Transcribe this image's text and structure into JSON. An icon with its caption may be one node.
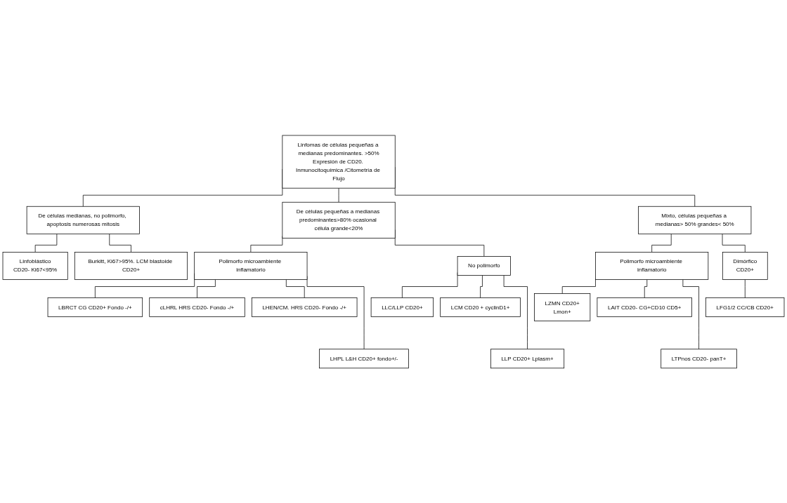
{
  "diagram": {
    "nodes": [
      {
        "text": [
          "Linfomas de células pequeñas a medianas predominantes. >50%",
          "Expresión de CD20. Inmunocitoquímica /Citometría de Flujo"
        ]
      },
      {
        "text": [
          "De células medianas, no polimorfo, apoptosis numerosas mitosis"
        ]
      },
      {
        "text": [
          "De células pequeñas a medianas predominantes>80% ocasional célula grande<20%"
        ]
      },
      {
        "text": [
          "Mixto, células pequeñas a medianas> 50% grandes< 50%"
        ]
      },
      {
        "text": [
          "Linfoblástico",
          "CD20- Ki67<95%"
        ]
      },
      {
        "text": [
          "Burkitt, Ki67>95%. LCM blastoide CD20+"
        ]
      },
      {
        "text": [
          "Polimorfo microambiente inflamatorio"
        ]
      },
      {
        "text": [
          "No polimorfo"
        ]
      },
      {
        "text": [
          "Polimorfo microambiente inflamatorio"
        ]
      },
      {
        "text": [
          "Dimórfico",
          "CD20+"
        ]
      },
      {
        "text": [
          "LBRCT CG CD20+ Fondo -/+"
        ]
      },
      {
        "text": [
          "cLHRL HRS CD20- Fondo -/+"
        ]
      },
      {
        "text": [
          "LHEN/CM. HRS CD20- Fondo -/+"
        ]
      },
      {
        "text": [
          "LHPL L&H CD20+ fondo+/-"
        ]
      },
      {
        "text": [
          "LLC/LLP CD20+"
        ]
      },
      {
        "text": [
          "LCM CD20 + cyclinD1+"
        ]
      },
      {
        "text": [
          "LLP CD20+ Lplasm+"
        ]
      },
      {
        "text": [
          "LZMN CD20+",
          "Lmon+"
        ]
      },
      {
        "text": [
          "LAIT CD20- CG+CD10 CD5+"
        ]
      },
      {
        "text": [
          "LTPnos CD20- panT+"
        ]
      },
      {
        "text": [
          "LFG1/2 CC/CB CD20+"
        ]
      }
    ],
    "edges": [
      {
        "from": 0,
        "to": 1,
        "arrow": "none"
      },
      {
        "from": 0,
        "to": 2,
        "arrow": "none"
      },
      {
        "from": 0,
        "to": 3,
        "arrow": "none"
      },
      {
        "from": 1,
        "to": 4,
        "arrow": "none"
      },
      {
        "from": 1,
        "to": 5,
        "arrow": "none"
      },
      {
        "from": 2,
        "to": 6,
        "arrow": "none"
      },
      {
        "from": 2,
        "to": 7,
        "arrow": "none"
      },
      {
        "from": 3,
        "to": 8,
        "arrow": "none"
      },
      {
        "from": 3,
        "to": 9,
        "arrow": "none"
      },
      {
        "from": 6,
        "to": 10,
        "arrow": "none"
      },
      {
        "from": 6,
        "to": 11,
        "arrow": "none"
      },
      {
        "from": 6,
        "to": 12,
        "arrow": "none"
      },
      {
        "from": 6,
        "to": 13,
        "arrow": "none"
      },
      {
        "from": 7,
        "to": 14,
        "arrow": "none"
      },
      {
        "from": 7,
        "to": 15,
        "arrow": "none"
      },
      {
        "from": 7,
        "to": 16,
        "arrow": "none"
      },
      {
        "from": 8,
        "to": 17,
        "arrow": "none"
      },
      {
        "from": 8,
        "to": 18,
        "arrow": "none"
      },
      {
        "from": 8,
        "to": 19,
        "arrow": "none"
      },
      {
        "from": 9,
        "to": 20,
        "arrow": "none"
      }
    ]
  }
}
